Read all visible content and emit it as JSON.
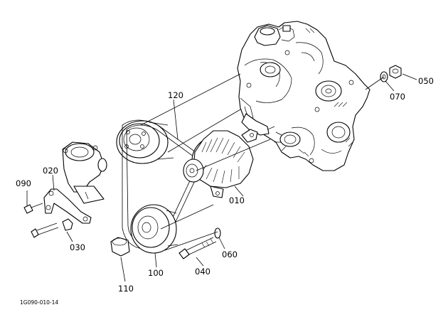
{
  "doc_code": "1G090-010-14",
  "callouts": [
    {
      "id": "050",
      "text": "050"
    },
    {
      "id": "070",
      "text": "070"
    },
    {
      "id": "120",
      "text": "120"
    },
    {
      "id": "020",
      "text": "020"
    },
    {
      "id": "090",
      "text": "090"
    },
    {
      "id": "010",
      "text": "010"
    },
    {
      "id": "030",
      "text": "030"
    },
    {
      "id": "060",
      "text": "060"
    },
    {
      "id": "040",
      "text": "040"
    },
    {
      "id": "100",
      "text": "100"
    },
    {
      "id": "110",
      "text": "110"
    }
  ]
}
